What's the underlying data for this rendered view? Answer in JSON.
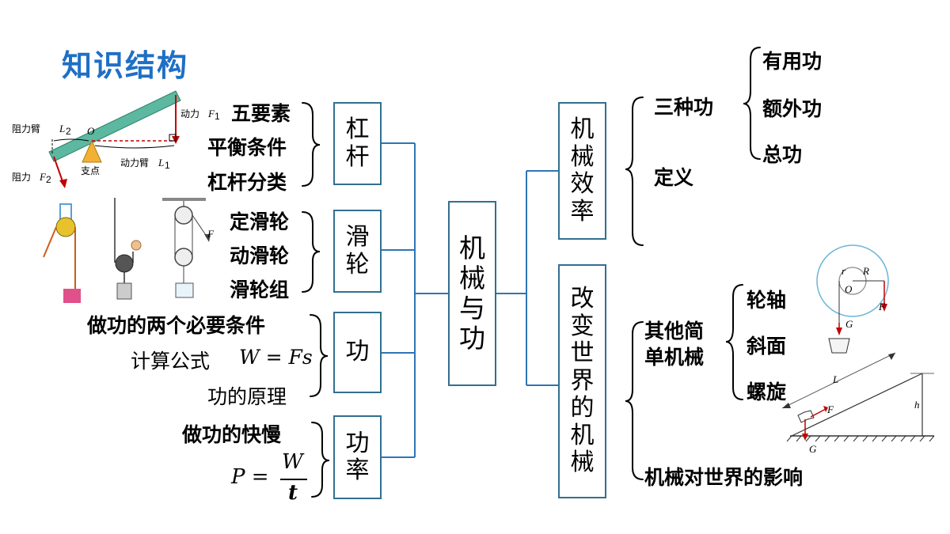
{
  "title": "知识结构",
  "center": "机械与功",
  "left_boxes": {
    "lever": "杠杆",
    "pulley": "滑轮",
    "work": "功",
    "power": "功率"
  },
  "lever_items": [
    "五要素",
    "平衡条件",
    "杠杆分类"
  ],
  "pulley_items": [
    "定滑轮",
    "动滑轮",
    "滑轮组"
  ],
  "work_items": {
    "conditions": "做功的两个必要条件",
    "formula_label": "计算公式",
    "formula": "W = Fs",
    "principle": "功的原理"
  },
  "power_items": {
    "speed": "做功的快慢",
    "formula_lhs": "P =",
    "numerator": "W",
    "denominator": "t"
  },
  "right_boxes": {
    "efficiency": "机械效率",
    "change": "改变世界的机械"
  },
  "efficiency_items": {
    "three_work": "三种功",
    "definition": "定义",
    "sub": [
      "有用功",
      "额外功",
      "总功"
    ]
  },
  "change_items": {
    "other_simple": "其他简单机械",
    "other_sub": [
      "轮轴",
      "斜面",
      "螺旋"
    ],
    "influence": "机械对世界的影响"
  },
  "lever_diagram": {
    "resist_arm": "阻力臂",
    "L2": "L",
    "L2_sub": "2",
    "O": "O",
    "power_force": "动力",
    "F1": "F",
    "F1_sub": "1",
    "fulcrum": "支点",
    "power_arm": "动力臂",
    "L1": "L",
    "L1_sub": "1",
    "resist_force": "阻力",
    "F2": "F",
    "F2_sub": "2"
  },
  "pulley_diagram": {
    "F": "F"
  },
  "axle_diagram": {
    "r": "r",
    "R": "R",
    "O": "O",
    "F": "F",
    "G": "G"
  },
  "incline_diagram": {
    "L": "L",
    "h": "h",
    "F": "F",
    "G": "G"
  },
  "colors": {
    "title": "#1f6fc5",
    "box_border": "#31708f",
    "connector": "#2e75b6",
    "force": "#c00000",
    "lever_bar": "#5cb8a0",
    "fulcrum": "#f2b134"
  }
}
